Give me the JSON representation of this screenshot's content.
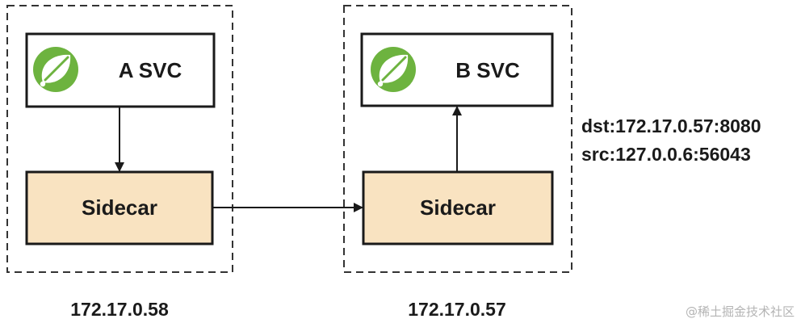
{
  "colors": {
    "sidecar_fill": "#f9e3c1",
    "svc_fill": "#ffffff",
    "stroke": "#1a1a1a",
    "dashed_border": "#333333",
    "spring_green": "#6db33f",
    "watermark": "#b4b4b4"
  },
  "nodes": {
    "a_svc": {
      "label": "A SVC",
      "icon": "spring-leaf-icon"
    },
    "a_sidecar": {
      "label": "Sidecar"
    },
    "a_ip": "172.17.0.58",
    "b_svc": {
      "label": "B SVC",
      "icon": "spring-leaf-icon"
    },
    "b_sidecar": {
      "label": "Sidecar"
    },
    "b_ip": "172.17.0.57"
  },
  "annotation": {
    "dst": "dst:172.17.0.57:8080",
    "src": "src:127.0.0.6:56043"
  },
  "watermark": "@稀土掘金技术社区"
}
